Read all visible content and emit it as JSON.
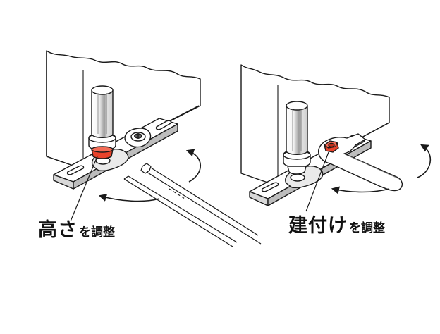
{
  "captions": {
    "left": {
      "main": "高さ",
      "sub": "を調整"
    },
    "right": {
      "main": "建付け",
      "sub": "を調整"
    }
  },
  "icons": [
    "door-pivot-hinge-left",
    "door-pivot-hinge-right",
    "adjust-bolt-icon",
    "wrench-icon",
    "rotation-arrow-icon",
    "screwdriver-icon"
  ],
  "colors": {
    "highlight": "#e8432b",
    "line": "#1a1a1a",
    "shade": "#d8d8d8",
    "panel": "#ffffff"
  }
}
